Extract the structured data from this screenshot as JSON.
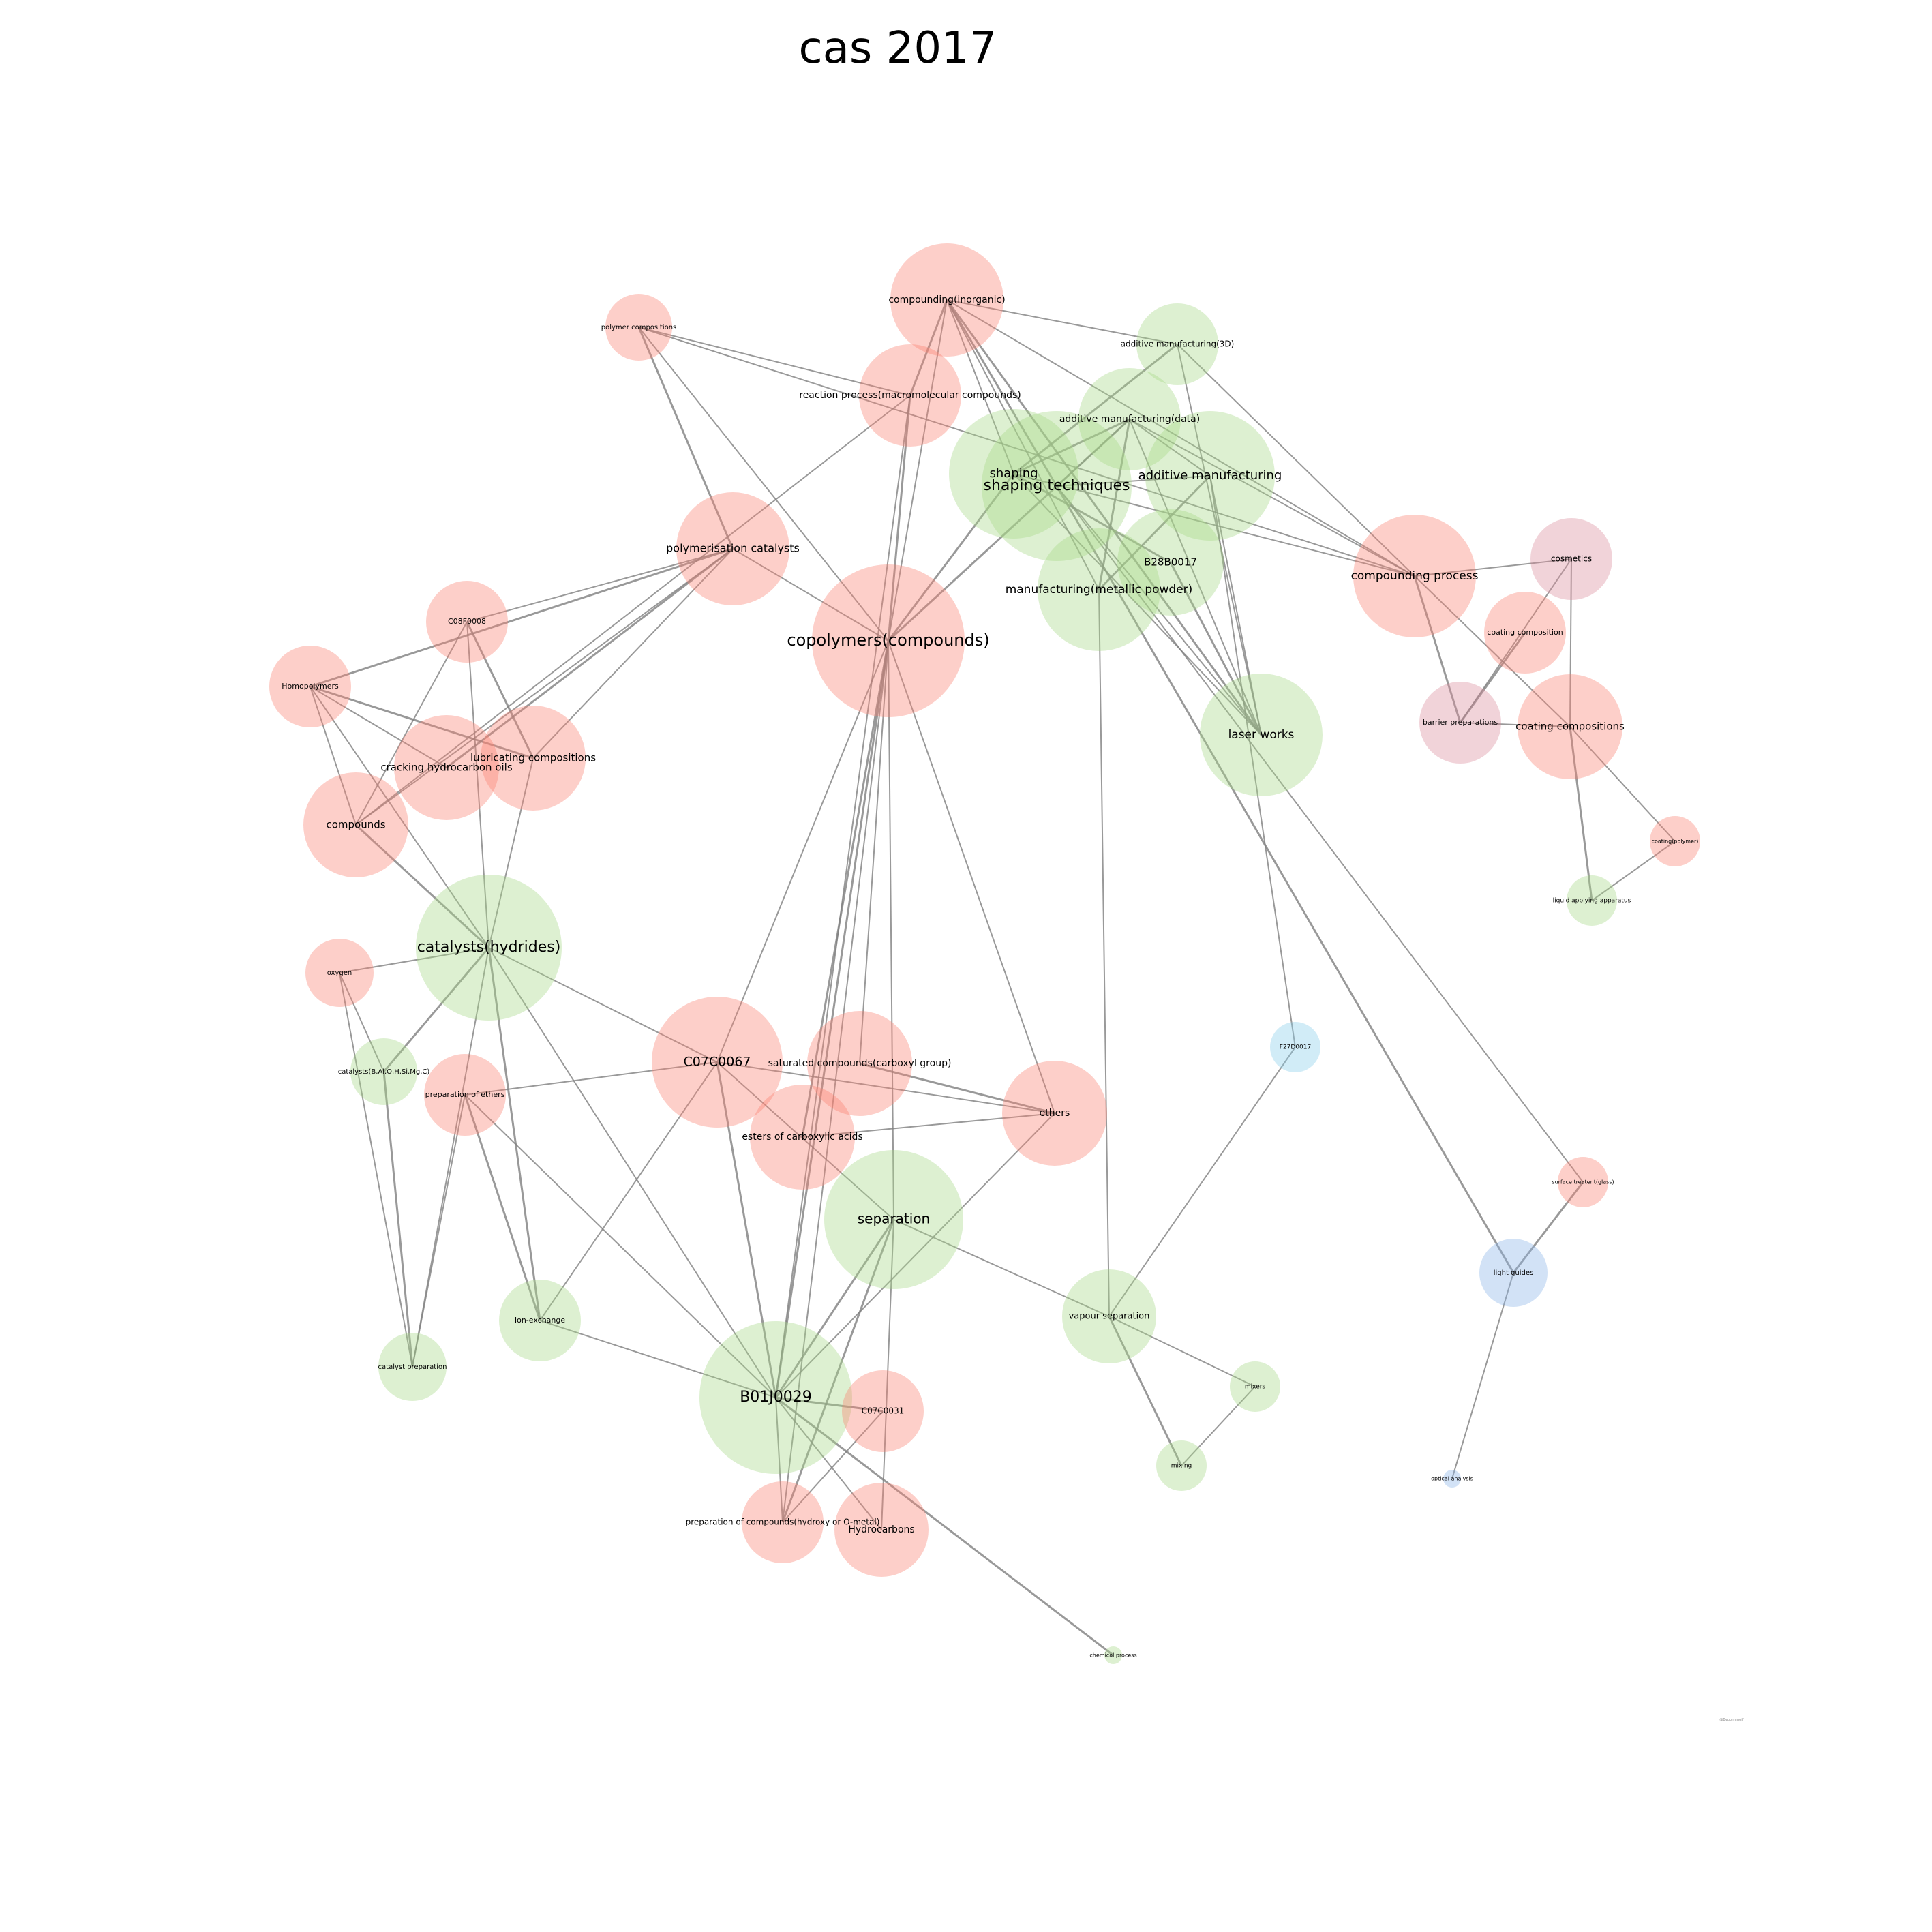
{
  "title": "cas 2017",
  "watermark": "@Byubimmoff",
  "colors": {
    "red": "#fa8072",
    "green": "#a6d785",
    "pink": "#d98b9b",
    "cyan": "#87ceeb",
    "blue": "#8ab4e8",
    "edge": "#808080"
  },
  "nodes": [
    {
      "id": "compounding-inorganic",
      "label": "compounding(inorganic)",
      "group": "red"
    },
    {
      "id": "polymer-compositions",
      "label": "polymer compositions",
      "group": "red"
    },
    {
      "id": "additive-manufacturing-3d",
      "label": "additive manufacturing(3D)",
      "group": "green"
    },
    {
      "id": "reaction-process",
      "label": "reaction process(macromolecular compounds)",
      "group": "red"
    },
    {
      "id": "additive-manufacturing-data",
      "label": "additive manufacturing(data)",
      "group": "green"
    },
    {
      "id": "shaping",
      "label": "shaping",
      "group": "green"
    },
    {
      "id": "shaping-techniques",
      "label": "shaping techniques",
      "group": "green"
    },
    {
      "id": "additive-manufacturing",
      "label": "additive manufacturing",
      "group": "green"
    },
    {
      "id": "polymerisation-catalysts",
      "label": "polymerisation catalysts",
      "group": "red"
    },
    {
      "id": "b28b0017",
      "label": "B28B0017",
      "group": "green"
    },
    {
      "id": "manufacturing-metallic-powder",
      "label": "manufacturing(metallic powder)",
      "group": "green"
    },
    {
      "id": "compounding-process",
      "label": "compounding process",
      "group": "red"
    },
    {
      "id": "cosmetics",
      "label": "cosmetics",
      "group": "pink"
    },
    {
      "id": "c08f0008",
      "label": "C08F0008",
      "group": "red"
    },
    {
      "id": "copolymers-compounds",
      "label": "copolymers(compounds)",
      "group": "red"
    },
    {
      "id": "coating-composition",
      "label": "coating composition",
      "group": "red"
    },
    {
      "id": "homopolymers",
      "label": "Homopolymers",
      "group": "red"
    },
    {
      "id": "barrier-preparations",
      "label": "barrier preparations",
      "group": "pink"
    },
    {
      "id": "coating-compositions",
      "label": "coating compositions",
      "group": "red"
    },
    {
      "id": "laser-works",
      "label": "laser works",
      "group": "green"
    },
    {
      "id": "lubricating-compositions",
      "label": "lubricating compositions",
      "group": "red"
    },
    {
      "id": "cracking-hydrocarbon-oils",
      "label": "cracking hydrocarbon oils",
      "group": "red"
    },
    {
      "id": "compounds",
      "label": "compounds",
      "group": "red"
    },
    {
      "id": "coating-polymer",
      "label": "coating(polymer)",
      "group": "red"
    },
    {
      "id": "liquid-applying-apparatus",
      "label": "liquid applying apparatus",
      "group": "green"
    },
    {
      "id": "catalysts-hydrides",
      "label": "catalysts(hydrides)",
      "group": "green"
    },
    {
      "id": "oxygen",
      "label": "oxygen",
      "group": "red"
    },
    {
      "id": "f27d0017",
      "label": "F27D0017",
      "group": "cyan"
    },
    {
      "id": "c07c0067",
      "label": "C07C0067",
      "group": "red"
    },
    {
      "id": "saturated-compounds",
      "label": "saturated compounds(carboxyl group)",
      "group": "red"
    },
    {
      "id": "catalysts-balohsimgc",
      "label": "catalysts(B,Al,O,H,Si,Mg,C)",
      "group": "green"
    },
    {
      "id": "preparation-of-ethers",
      "label": "preparation of ethers",
      "group": "red"
    },
    {
      "id": "ethers",
      "label": "ethers",
      "group": "red"
    },
    {
      "id": "esters-of-carboxylic-acids",
      "label": "esters of carboxylic acids",
      "group": "red"
    },
    {
      "id": "surface-treatment-glass",
      "label": "surface treatent(glass)",
      "group": "red"
    },
    {
      "id": "separation",
      "label": "separation",
      "group": "green"
    },
    {
      "id": "light-guides",
      "label": "light guides",
      "group": "blue"
    },
    {
      "id": "ion-exchange",
      "label": "Ion-exchange",
      "group": "green"
    },
    {
      "id": "vapour-separation",
      "label": "vapour separation",
      "group": "green"
    },
    {
      "id": "catalyst-preparation",
      "label": "catalyst preparation",
      "group": "green"
    },
    {
      "id": "mixers",
      "label": "mixers",
      "group": "green"
    },
    {
      "id": "b01j0029",
      "label": "B01J0029",
      "group": "green"
    },
    {
      "id": "c07c0031",
      "label": "C07C0031",
      "group": "red"
    },
    {
      "id": "mixing",
      "label": "mixing",
      "group": "green"
    },
    {
      "id": "optical-analysis",
      "label": "optical analysis",
      "group": "blue"
    },
    {
      "id": "preparation-of-compounds",
      "label": "preparation of compounds(hydroxy or O-metal)",
      "group": "red"
    },
    {
      "id": "hydrocarbons",
      "label": "Hydrocarbons",
      "group": "red"
    },
    {
      "id": "chemical-process",
      "label": "chemical process",
      "group": "green"
    }
  ],
  "edges": [
    [
      "compounding-inorganic",
      "reaction-process"
    ],
    [
      "compounding-inorganic",
      "additive-manufacturing-3d"
    ],
    [
      "compounding-inorganic",
      "shaping"
    ],
    [
      "compounding-inorganic",
      "shaping-techniques"
    ],
    [
      "compounding-inorganic",
      "copolymers-compounds"
    ],
    [
      "compounding-inorganic",
      "compounding-process"
    ],
    [
      "compounding-inorganic",
      "laser-works"
    ],
    [
      "compounding-inorganic",
      "manufacturing-metallic-powder"
    ],
    [
      "polymer-compositions",
      "reaction-process"
    ],
    [
      "polymer-compositions",
      "polymerisation-catalysts"
    ],
    [
      "polymer-compositions",
      "copolymers-compounds"
    ],
    [
      "polymer-compositions",
      "compounding-process"
    ],
    [
      "reaction-process",
      "copolymers-compounds"
    ],
    [
      "reaction-process",
      "compounds"
    ],
    [
      "reaction-process",
      "b01j0029"
    ],
    [
      "additive-manufacturing-3d",
      "shaping"
    ],
    [
      "additive-manufacturing-3d",
      "laser-works"
    ],
    [
      "additive-manufacturing-3d",
      "compounding-process"
    ],
    [
      "additive-manufacturing-data",
      "shaping"
    ],
    [
      "additive-manufacturing-data",
      "shaping-techniques"
    ],
    [
      "additive-manufacturing-data",
      "laser-works"
    ],
    [
      "additive-manufacturing-data",
      "manufacturing-metallic-powder"
    ],
    [
      "additive-manufacturing-data",
      "additive-manufacturing"
    ],
    [
      "additive-manufacturing-data",
      "compounding-process"
    ],
    [
      "additive-manufacturing-data",
      "copolymers-compounds"
    ],
    [
      "shaping",
      "laser-works"
    ],
    [
      "shaping",
      "compounding-process"
    ],
    [
      "shaping",
      "b28b0017"
    ],
    [
      "shaping-techniques",
      "laser-works"
    ],
    [
      "shaping-techniques",
      "additive-manufacturing"
    ],
    [
      "shaping-techniques",
      "light-guides"
    ],
    [
      "shaping-techniques",
      "surface-treatment-glass"
    ],
    [
      "additive-manufacturing",
      "laser-works"
    ],
    [
      "additive-manufacturing",
      "manufacturing-metallic-powder"
    ],
    [
      "additive-manufacturing",
      "f27d0017"
    ],
    [
      "manufacturing-metallic-powder",
      "vapour-separation"
    ],
    [
      "b28b0017",
      "laser-works"
    ],
    [
      "polymerisation-catalysts",
      "c08f0008"
    ],
    [
      "polymerisation-catalysts",
      "compounds"
    ],
    [
      "polymerisation-catalysts",
      "cracking-hydrocarbon-oils"
    ],
    [
      "polymerisation-catalysts",
      "lubricating-compositions"
    ],
    [
      "polymerisation-catalysts",
      "copolymers-compounds"
    ],
    [
      "polymerisation-catalysts",
      "homopolymers"
    ],
    [
      "compounding-process",
      "cosmetics"
    ],
    [
      "compounding-process",
      "coating-compositions"
    ],
    [
      "compounding-process",
      "barrier-preparations"
    ],
    [
      "cosmetics",
      "barrier-preparations"
    ],
    [
      "cosmetics",
      "coating-compositions"
    ],
    [
      "coating-composition",
      "barrier-preparations"
    ],
    [
      "barrier-preparations",
      "coating-compositions"
    ],
    [
      "coating-compositions",
      "coating-polymer"
    ],
    [
      "coating-compositions",
      "liquid-applying-apparatus"
    ],
    [
      "coating-polymer",
      "liquid-applying-apparatus"
    ],
    [
      "c08f0008",
      "compounds"
    ],
    [
      "c08f0008",
      "lubricating-compositions"
    ],
    [
      "c08f0008",
      "catalysts-hydrides"
    ],
    [
      "homopolymers",
      "compounds"
    ],
    [
      "homopolymers",
      "lubricating-compositions"
    ],
    [
      "homopolymers",
      "cracking-hydrocarbon-oils"
    ],
    [
      "homopolymers",
      "catalysts-hydrides"
    ],
    [
      "compounds",
      "catalysts-hydrides"
    ],
    [
      "lubricating-compositions",
      "catalysts-hydrides"
    ],
    [
      "copolymers-compounds",
      "c07c0067"
    ],
    [
      "copolymers-compounds",
      "b01j0029"
    ],
    [
      "copolymers-compounds",
      "ethers"
    ],
    [
      "copolymers-compounds",
      "separation"
    ],
    [
      "copolymers-compounds",
      "esters-of-carboxylic-acids"
    ],
    [
      "copolymers-compounds",
      "saturated-compounds"
    ],
    [
      "copolymers-compounds",
      "preparation-of-compounds"
    ],
    [
      "copolymers-compounds",
      "shaping"
    ],
    [
      "catalysts-hydrides",
      "oxygen"
    ],
    [
      "catalysts-hydrides",
      "c07c0067"
    ],
    [
      "catalysts-hydrides",
      "catalysts-balohsimgc"
    ],
    [
      "catalysts-hydrides",
      "catalyst-preparation"
    ],
    [
      "catalysts-hydrides",
      "b01j0029"
    ],
    [
      "catalysts-hydrides",
      "ion-exchange"
    ],
    [
      "oxygen",
      "catalyst-preparation"
    ],
    [
      "oxygen",
      "catalysts-balohsimgc"
    ],
    [
      "catalysts-balohsimgc",
      "catalyst-preparation"
    ],
    [
      "preparation-of-ethers",
      "c07c0067"
    ],
    [
      "preparation-of-ethers",
      "b01j0029"
    ],
    [
      "preparation-of-ethers",
      "ion-exchange"
    ],
    [
      "preparation-of-ethers",
      "catalyst-preparation"
    ],
    [
      "c07c0067",
      "ethers"
    ],
    [
      "c07c0067",
      "b01j0029"
    ],
    [
      "c07c0067",
      "ion-exchange"
    ],
    [
      "c07c0067",
      "separation"
    ],
    [
      "saturated-compounds",
      "ethers"
    ],
    [
      "esters-of-carboxylic-acids",
      "ethers"
    ],
    [
      "ethers",
      "b01j0029"
    ],
    [
      "separation",
      "b01j0029"
    ],
    [
      "separation",
      "vapour-separation"
    ],
    [
      "separation",
      "hydrocarbons"
    ],
    [
      "separation",
      "preparation-of-compounds"
    ],
    [
      "ion-exchange",
      "b01j0029"
    ],
    [
      "vapour-separation",
      "mixers"
    ],
    [
      "vapour-separation",
      "mixing"
    ],
    [
      "vapour-separation",
      "f27d0017"
    ],
    [
      "mixers",
      "mixing"
    ],
    [
      "b01j0029",
      "c07c0031"
    ],
    [
      "b01j0029",
      "hydrocarbons"
    ],
    [
      "b01j0029",
      "preparation-of-compounds"
    ],
    [
      "b01j0029",
      "chemical-process"
    ],
    [
      "c07c0031",
      "preparation-of-compounds"
    ],
    [
      "light-guides",
      "optical-analysis"
    ],
    [
      "light-guides",
      "surface-treatment-glass"
    ]
  ]
}
